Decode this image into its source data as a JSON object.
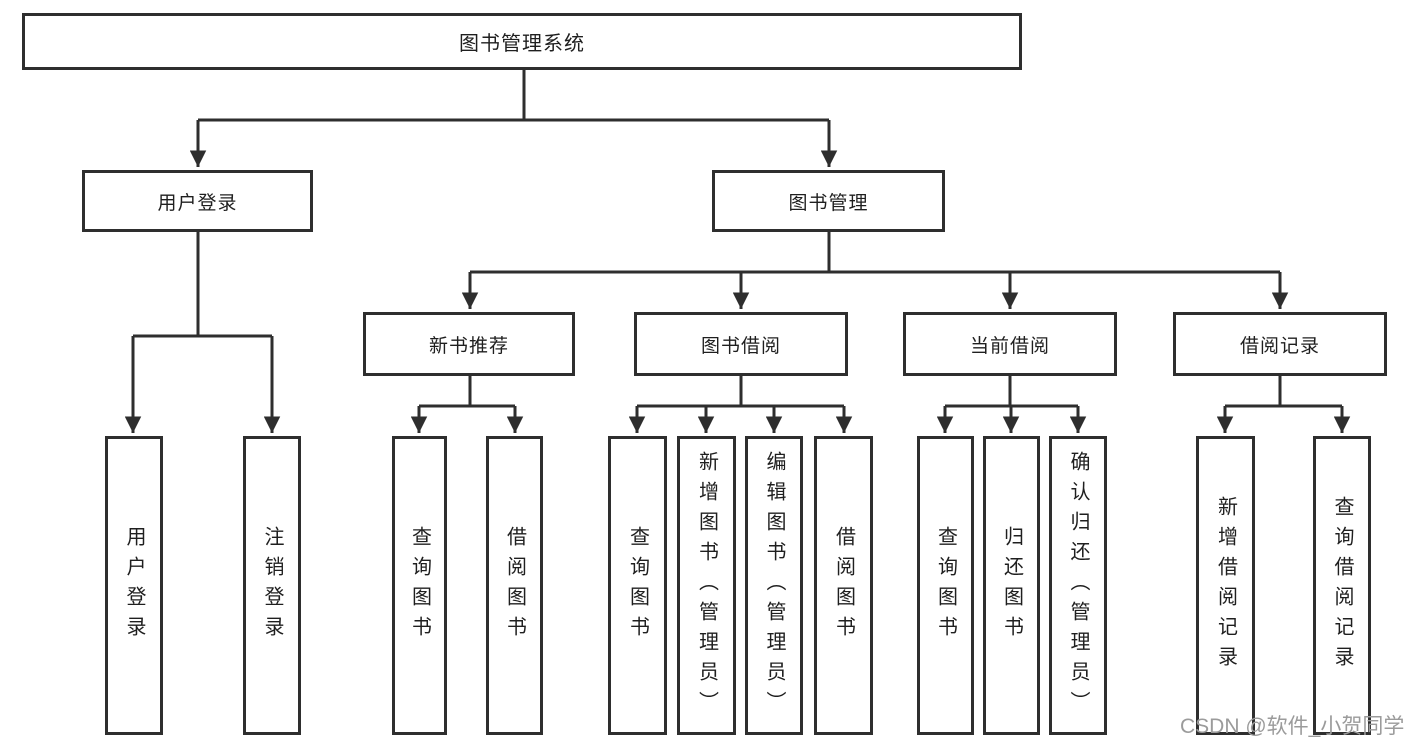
{
  "diagram": {
    "root": {
      "label": "图书管理系统"
    },
    "level2": [
      {
        "label": "用户登录"
      },
      {
        "label": "图书管理"
      }
    ],
    "level3": [
      {
        "label": "新书推荐"
      },
      {
        "label": "图书借阅"
      },
      {
        "label": "当前借阅"
      },
      {
        "label": "借阅记录"
      }
    ],
    "leaves": [
      {
        "label": "用户登录"
      },
      {
        "label": "注销登录"
      },
      {
        "label": "查询图书"
      },
      {
        "label": "借阅图书"
      },
      {
        "label": "查询图书"
      },
      {
        "label": "新增图书（管理员）"
      },
      {
        "label": "编辑图书（管理员）"
      },
      {
        "label": "借阅图书"
      },
      {
        "label": "查询图书"
      },
      {
        "label": "归还图书"
      },
      {
        "label": "确认归还（管理员）"
      },
      {
        "label": "新增借阅记录"
      },
      {
        "label": "查询借阅记录"
      }
    ]
  },
  "watermark": {
    "text": "CSDN @软件_小贺同学"
  },
  "colors": {
    "line": "#2e2e2e",
    "text": "#1f1f1f",
    "watermark": "#9b9b9b",
    "background": "#ffffff"
  }
}
